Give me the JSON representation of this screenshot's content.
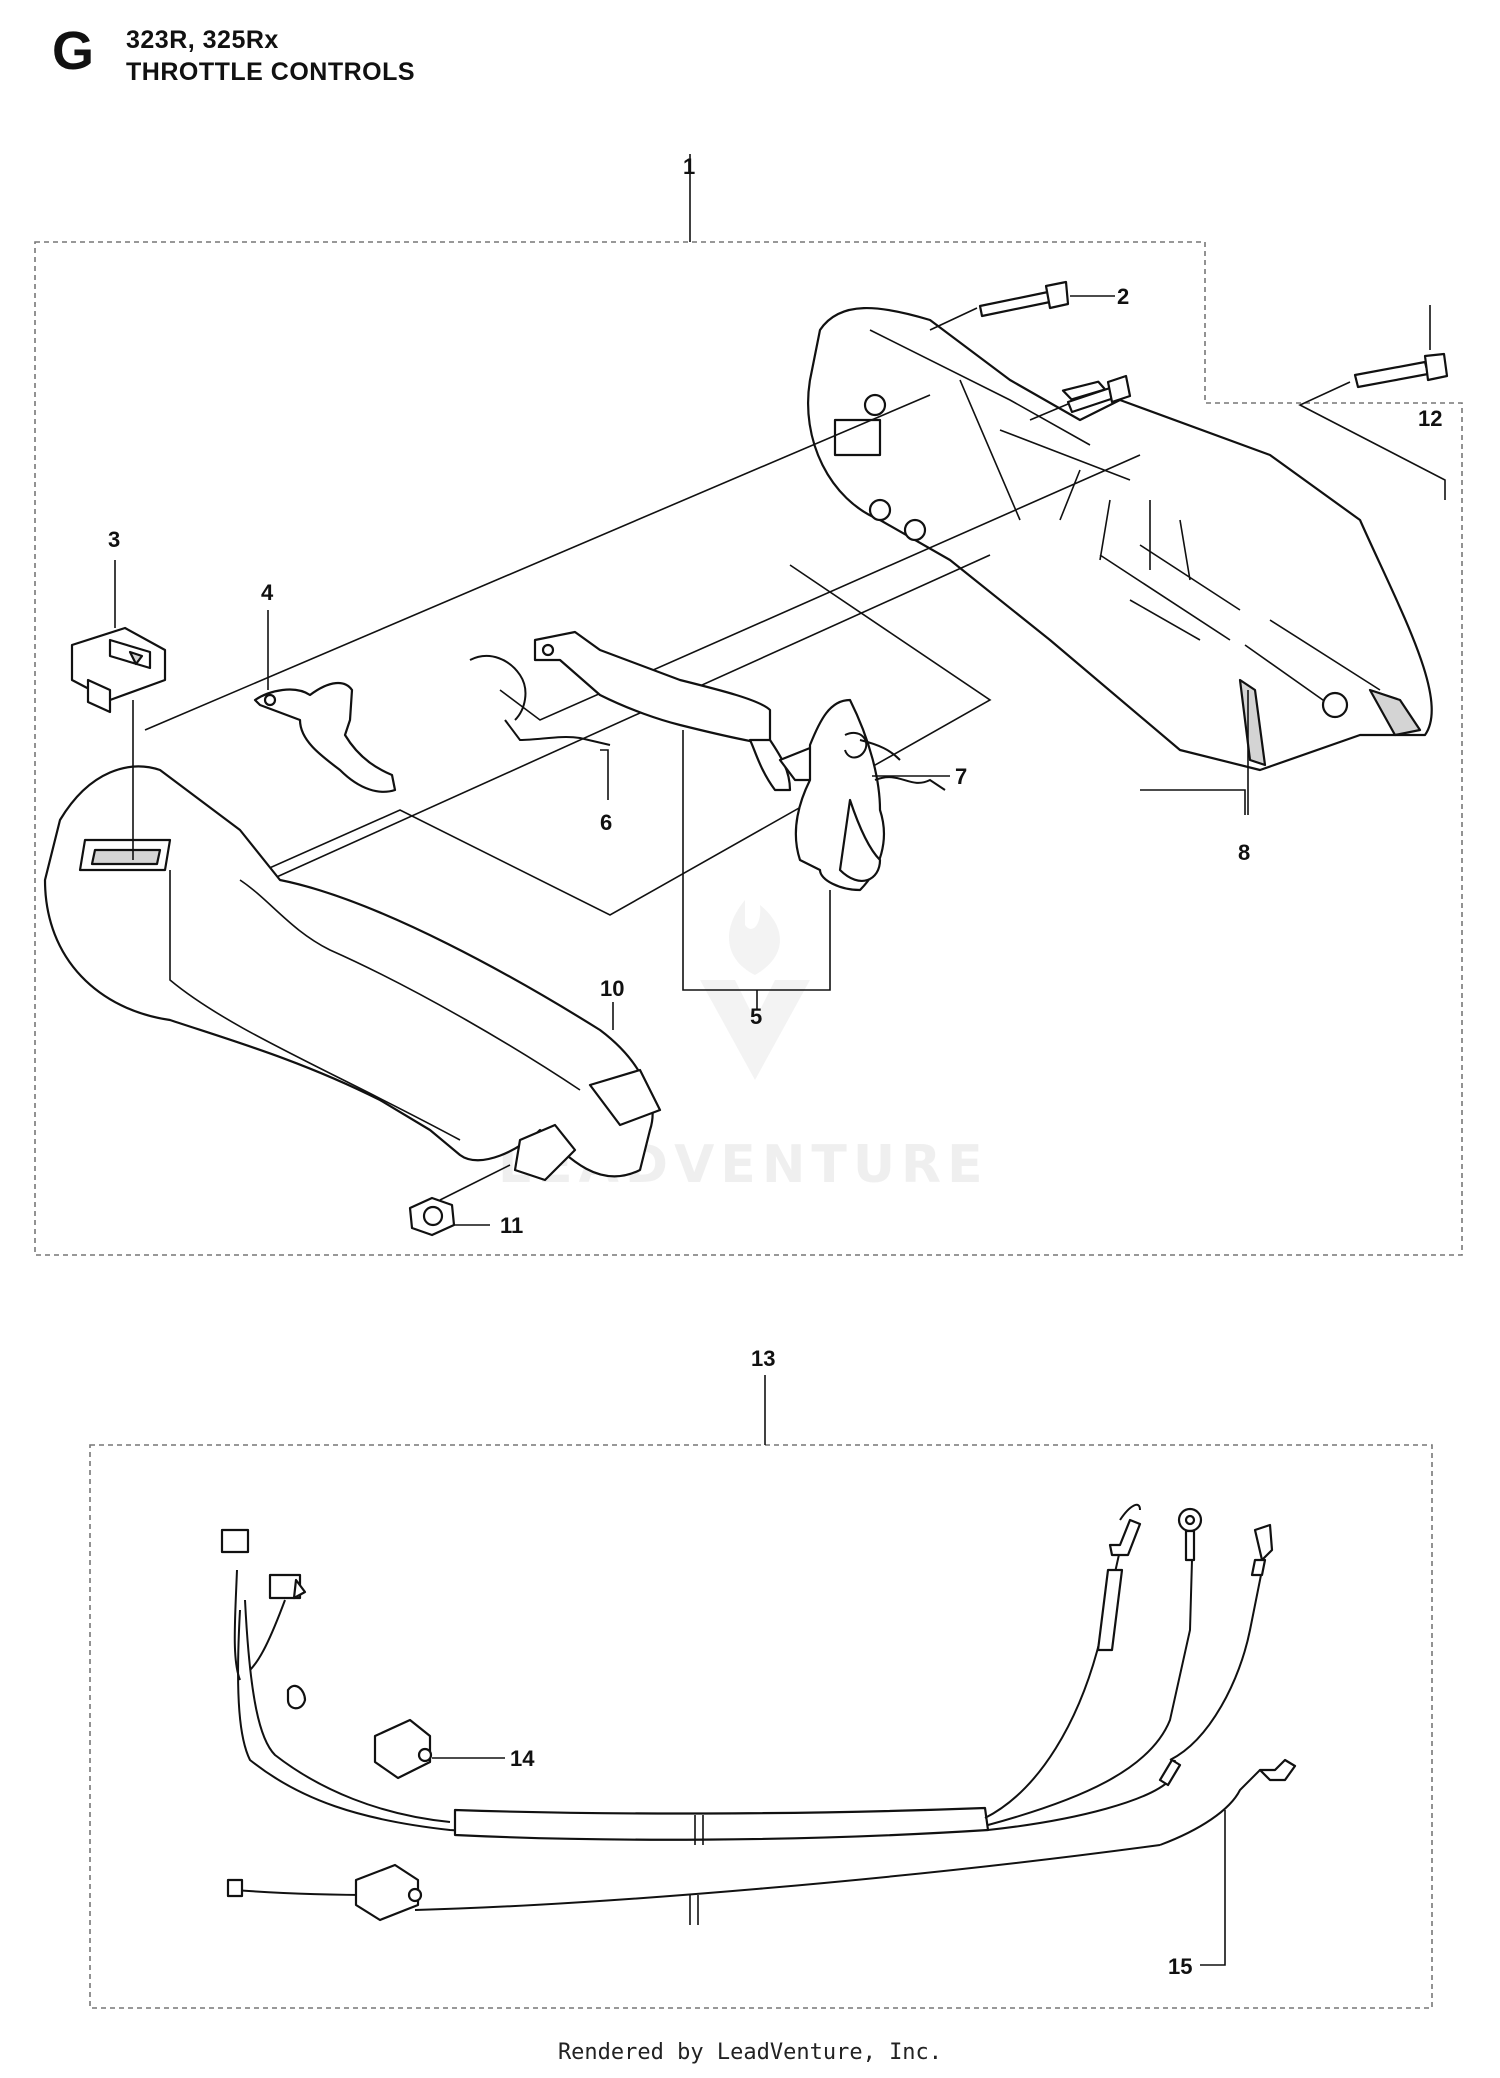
{
  "header": {
    "section_letter": "G",
    "models": "323R, 325Rx",
    "title": "THROTTLE CONTROLS"
  },
  "callouts": [
    "1",
    "2",
    "3",
    "4",
    "5",
    "6",
    "7",
    "8",
    "10",
    "11",
    "12",
    "13",
    "14",
    "15"
  ],
  "watermark": "LEADVENTURE",
  "footer": "Rendered by LeadVenture, Inc."
}
